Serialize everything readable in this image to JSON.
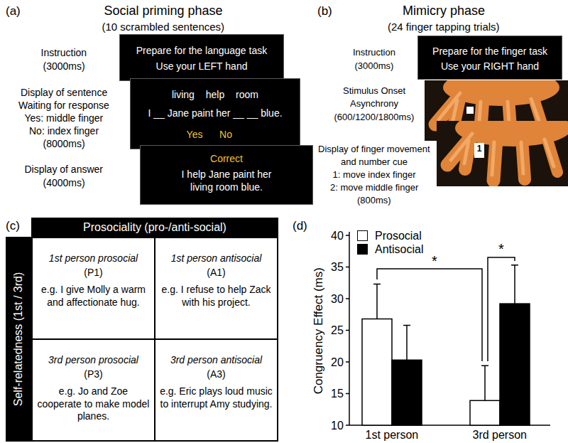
{
  "diagram": {
    "nodes": [
      {
        "text": [
          "Prepare for the language task",
          "Use your LEFT hand"
        ]
      },
      {
        "text": [
          "living help room",
          "I __ Jane paint her __ __ blue.",
          "Yes",
          "No"
        ]
      },
      {
        "text": [
          "Correct",
          "I help Jane paint her living room blue."
        ]
      },
      {
        "text": [
          "Prepare for the finger task",
          "Use your RIGHT hand"
        ]
      },
      {
        "text": [
          "1"
        ]
      },
      {
        "text": [
          "Prosociality (pro-/anti-social)"
        ]
      },
      {
        "text": [
          "Self-relatedness (1st / 3rd)"
        ]
      },
      {
        "text": [
          "1st person prosocial",
          "(P1)",
          "e.g. I give Molly a warm and affectionate hug."
        ]
      },
      {
        "text": [
          "1st person antisocial",
          "(A1)",
          "e.g. I refuse to help Zack with his project."
        ]
      },
      {
        "text": [
          "3rd person prosocial",
          "(P3)",
          "e.g. Jo and Zoe cooperate to make model planes."
        ]
      },
      {
        "text": [
          "3rd person antisocial",
          "(A3)",
          "e.g. Eric plays loud music to interrupt Amy studying."
        ]
      }
    ],
    "labels": [
      "(a)",
      "Social priming phase",
      "(10 scrambled sentences)",
      "Instruction",
      "(3000ms)",
      "Display of sentence",
      "Waiting for response",
      "Yes: middle finger",
      "No: index finger",
      "(8000ms)",
      "Display of answer",
      "(4000ms)",
      "(b)",
      "Mimicry phase",
      "(24 finger tapping trials)",
      "Instruction",
      "(3000ms)",
      "Stimulus Onset",
      "Asynchrony",
      "(600/1200/1800ms)",
      "Display of finger movement",
      "and number cue",
      "1: move index finger",
      "2: move middle finger",
      "(800ms)",
      "(c)",
      "(d)",
      "Congruency Effect (ms)",
      "40",
      "35",
      "30",
      "25",
      "20",
      "15",
      "10",
      "1st person",
      "3rd person",
      "*",
      "*"
    ],
    "legend": [
      {
        "text": "Prosocial",
        "color": "#ffffff"
      },
      {
        "text": "Antisocial",
        "color": "#000000"
      }
    ]
  }
}
